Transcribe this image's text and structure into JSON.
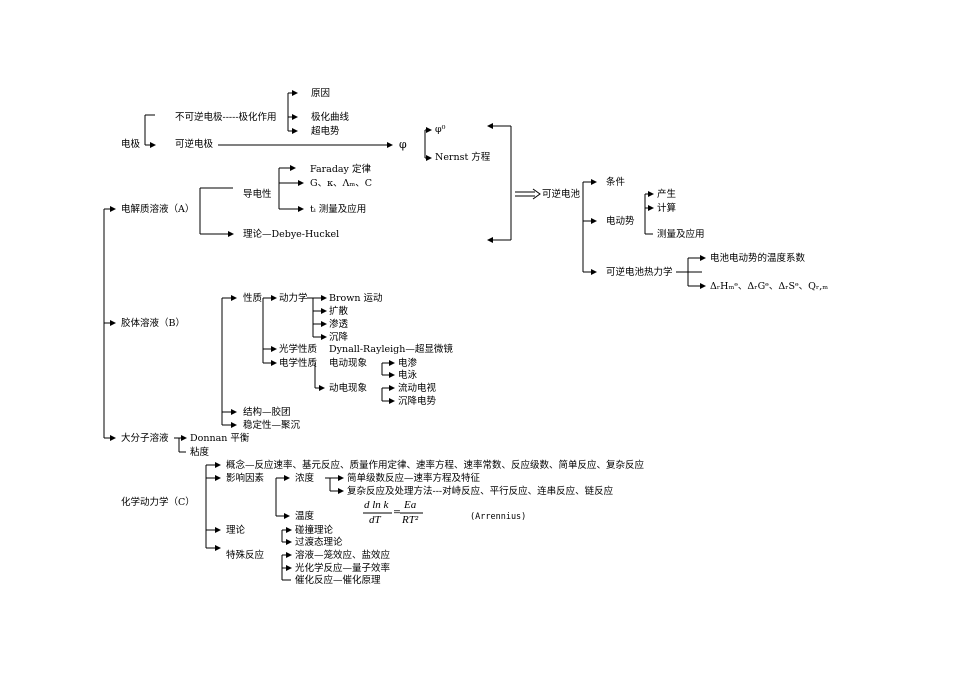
{
  "diagram": {
    "electrode": {
      "root": "电极",
      "irreversible": "不可逆电极-----极化作用",
      "reversible": "可逆电极",
      "cause": "原因",
      "curve": "极化曲线",
      "overpotential": "超电势",
      "phi": "φ",
      "phi0": "φ⁰",
      "nernst": "Nernst 方程"
    },
    "electrolyte": {
      "root": "电解质溶液（A）",
      "conductivity": "导电性",
      "faraday": "Faraday 定律",
      "gk": "G、κ、Λₘ、C",
      "ti": "tᵢ 测量及应用",
      "theory": "理论—Debye-Huckel"
    },
    "battery": {
      "root": "可逆电池",
      "condition": "条件",
      "emf": "电动势",
      "produce": "产生",
      "calc": "计算",
      "measure": "测量及应用",
      "thermo": "可逆电池热力学",
      "temp_coef": "电池电动势的温度系数",
      "thermo_funcs": "ΔᵣHₘᶱ、ΔᵣGᶱ、ΔᵣSᶱ、Qᵣ,ₘ"
    },
    "colloid": {
      "root": "胶体溶液（B）",
      "property": "性质",
      "dynamics": "动力学",
      "brown": "Brown 运动",
      "diffusion": "扩散",
      "osmosis": "渗透",
      "sedimentation": "沉降",
      "optical": "光学性质",
      "microscope": "Dynall-Rayleigh—超显微镜",
      "electrical": "电学性质",
      "electrokinetic": "电动现象",
      "electroosmosis": "电渗",
      "electrophoresis": "电泳",
      "dynamic_elec": "动电现象",
      "flow_potential": "流动电视",
      "sed_potential": "沉降电势",
      "structure": "结构—胶团",
      "stability": "稳定性—聚沉"
    },
    "macromolecule": {
      "root": "大分子溶液",
      "donnan": "Donnan 平衡",
      "viscosity": "粘度"
    },
    "kinetics": {
      "root": "化学动力学（C）",
      "concept": "概念—反应速率、基元反应、质量作用定律、速率方程、速率常数、反应级数、简单反应、复杂反应",
      "factors": "影响因素",
      "concentration": "浓度",
      "simple": "简单级数反应—速率方程及特征",
      "complex": "复杂反应及处理方法---对峙反应、平行反应、连串反应、链反应",
      "temperature": "温度",
      "formula_num": "d ln k",
      "formula_den": "dT",
      "formula_eq": "=",
      "formula_num2": "Ea",
      "formula_den2": "RT²",
      "arrhenius": "(Arrennius)",
      "theory": "理论",
      "collision": "碰撞理论",
      "transition": "过渡态理论",
      "special": "特殊反应",
      "solution": "溶液—笼效应、盐效应",
      "photo": "光化学反应—量子效率",
      "catalysis": "催化反应—催化原理"
    }
  }
}
